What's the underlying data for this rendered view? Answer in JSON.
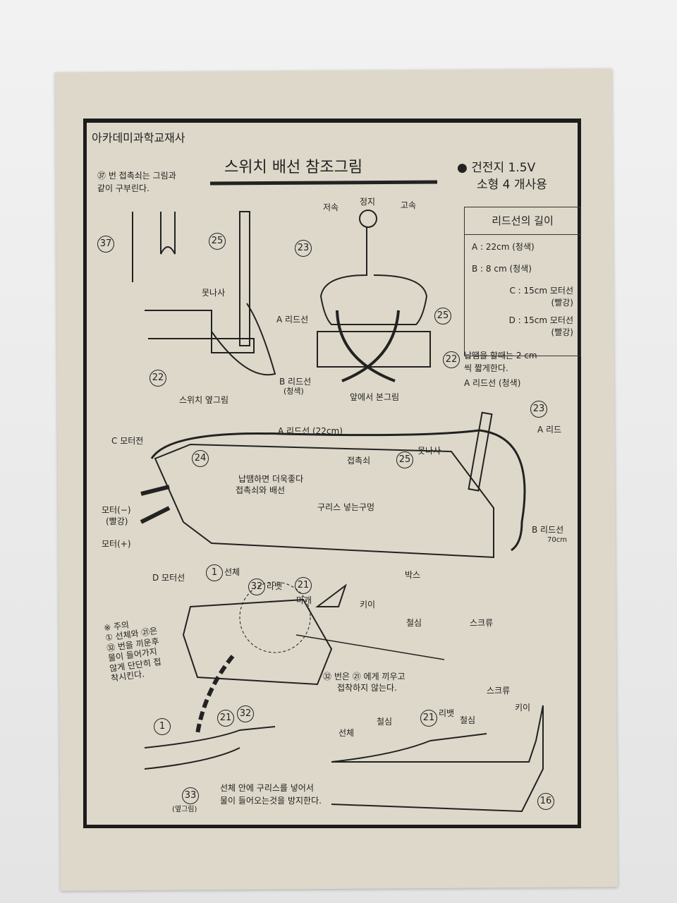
{
  "publisher": "아카데미과학교재사",
  "title": "스위치 배선 참조그림",
  "battery": {
    "line1": "● 건전지 1.5V",
    "line2": "소형 4 개사용"
  },
  "note37": {
    "line1": "㊲ 번 접촉쇠는 그림과",
    "line2": "같이 구부린다."
  },
  "speed": {
    "low": "저속",
    "stop": "정지",
    "high": "고속"
  },
  "lead_table": {
    "title": "리드선의 길이",
    "rows": [
      {
        "label": "A : 22cm (청색)",
        "sub": ""
      },
      {
        "label": "B :  8 cm (청색)",
        "sub": ""
      },
      {
        "label": "C : 15cm 모터선",
        "sub": "(빨강)"
      },
      {
        "label": "D : 15cm 모터선",
        "sub": "(빨강)"
      }
    ]
  },
  "solder_note": {
    "line1": "납땜을 할때는 2 cm",
    "line2": "씩 짧게한다."
  },
  "labels": {
    "motnasa": "못나사",
    "a_lead": "A 리드선",
    "b_lead": "B 리드선",
    "b_lead_color": "(청색)",
    "side_view": "스위치 옆그림",
    "front_view": "앞에서 본그림",
    "a_lead_blue": "A 리드선 (청색)",
    "a_lead_22": "A 리드선 (22cm)",
    "a_lead_short": "A 리드",
    "c_motor": "C 모터전",
    "motor_minus": "모터(−)",
    "red": "(빨강)",
    "motor_plus": "모터(+)",
    "d_motor": "D 모터선",
    "solder_better": "납땜하면 더욱좋다",
    "contact_wiring": "접촉쇠와 배선",
    "contact": "접촉쇠",
    "motnasa2": "못나사",
    "grease_hole": "구리스 넣는구멍",
    "b_lead2": "B 리드선",
    "b_70": "70cm",
    "box": "박스",
    "hull": "선체",
    "rivet": "라벳",
    "cap": "마개",
    "rudder": "키이",
    "shaft": "철심",
    "screw": "스크류",
    "note32": "㉜ 번은 ㉑ 에게 끼우고",
    "note32b": "접착하지 않는다.",
    "grease_note": "선체 안에 구리스를 넣어서",
    "grease_note2": "물이 들어오는것을 방지한다.",
    "side_view2": "(옆그림)",
    "hull2": "선체",
    "shaft2": "철심",
    "rivet2": "리뱃",
    "shaft3": "철심",
    "screw2": "스크류",
    "rudder2": "키이"
  },
  "caution": [
    "※ 주의",
    "① 선체와 ㉑은",
    "㉜ 번을 끼운후",
    "물이 들어가지",
    "않게 단단히 접",
    "착시킨다."
  ],
  "numbers": {
    "n37": "37",
    "n25": "25",
    "n23": "23",
    "n22": "22",
    "n1": "1",
    "n32": "32",
    "n21": "21",
    "n24": "24",
    "n33": "33",
    "n16": "16"
  }
}
